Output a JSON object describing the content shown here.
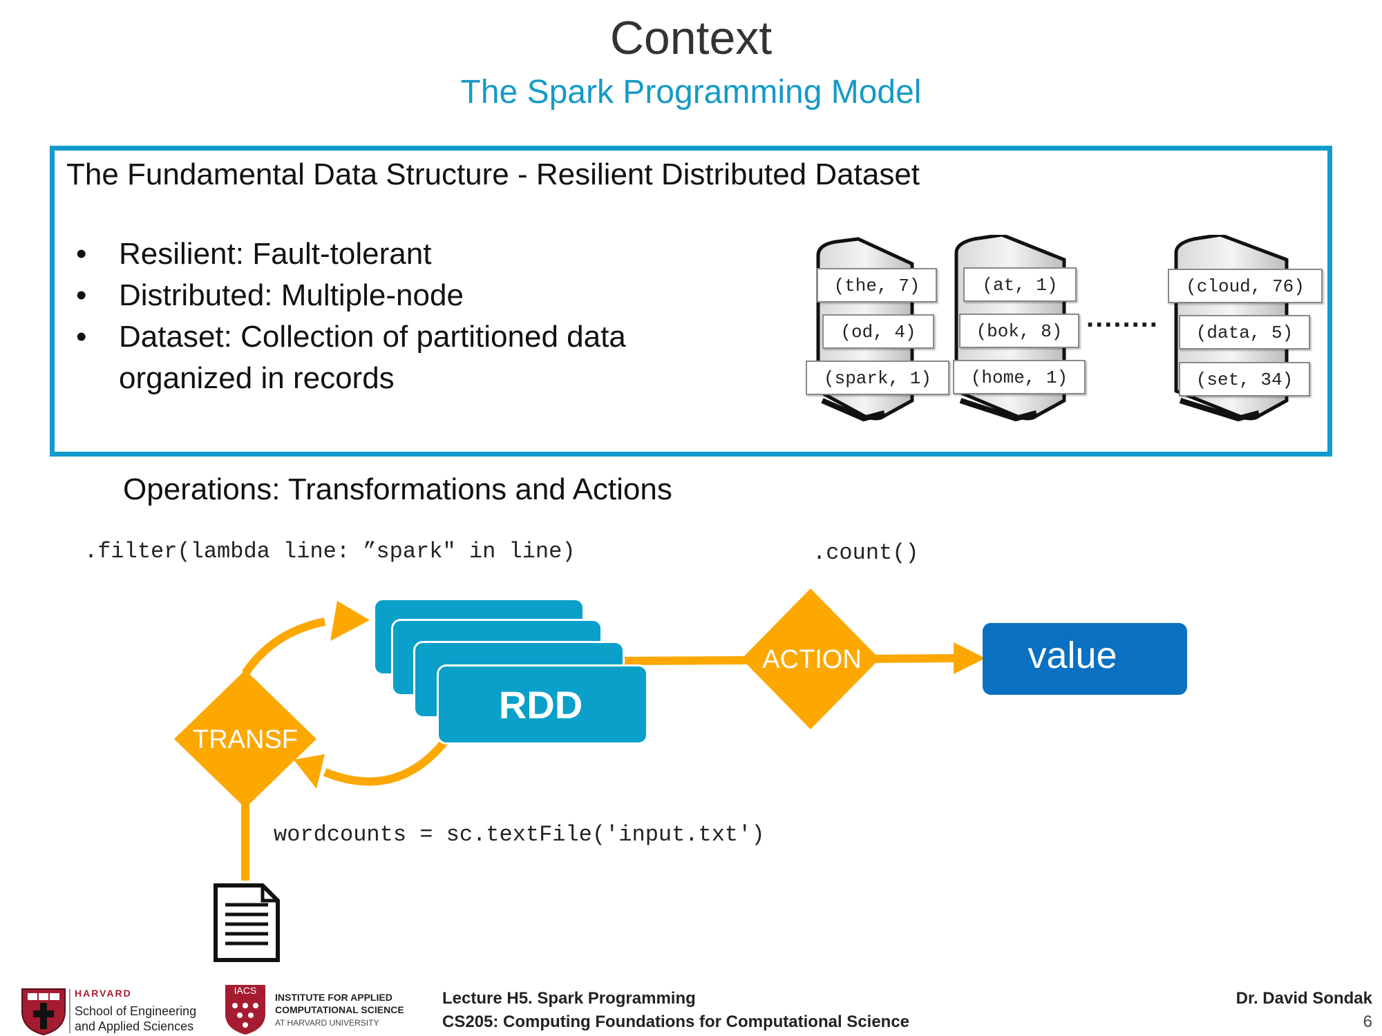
{
  "slide": {
    "title": "Context",
    "subtitle": "The Spark Programming Model",
    "page_number": "6"
  },
  "rdd_section": {
    "heading": "The Fundamental Data Structure - Resilient Distributed Dataset",
    "bullets": [
      {
        "marker": "•",
        "text": "Resilient: Fault-tolerant"
      },
      {
        "marker": "•",
        "text": "Distributed: Multiple-node"
      },
      {
        "marker": "•",
        "text": "Dataset: Collection of partitioned data"
      }
    ],
    "bullet_continuation": "organized in records",
    "servers": [
      {
        "records": [
          "(the, 7)",
          "(od, 4)",
          "(spark, 1)"
        ]
      },
      {
        "records": [
          "(at, 1)",
          "(bok, 8)",
          "(home, 1)"
        ]
      },
      {
        "records": [
          "(cloud, 76)",
          "(data, 5)",
          "(set, 34)"
        ]
      }
    ],
    "ellipsis": "........"
  },
  "operations": {
    "heading": "Operations: Transformations and Actions",
    "filter_code": ".filter(lambda line: ”spark\" in line)",
    "count_code": ".count()",
    "wordcounts_code": "wordcounts = sc.textFile('input.txt')",
    "transf_label": "TRANSF",
    "action_label": "ACTION",
    "rdd_label": "RDD",
    "value_label": "value"
  },
  "footer": {
    "harvard_line1": "HARVARD",
    "harvard_line2": "School of Engineering",
    "harvard_line3": "and Applied Sciences",
    "iacs_badge": "IACS",
    "iacs_line1": "INSTITUTE FOR APPLIED",
    "iacs_line2": "COMPUTATIONAL SCIENCE",
    "iacs_line3": "AT HARVARD UNIVERSITY",
    "lecture": "Lecture H5. Spark Programming",
    "course": "CS205: Computing Foundations for Computational Science",
    "author": "Dr. David Sondak"
  },
  "colors": {
    "accent_blue": "#129bcd",
    "rdd_blue": "#0aa0c9",
    "value_blue": "#0a71c2",
    "orange": "#fca800"
  }
}
